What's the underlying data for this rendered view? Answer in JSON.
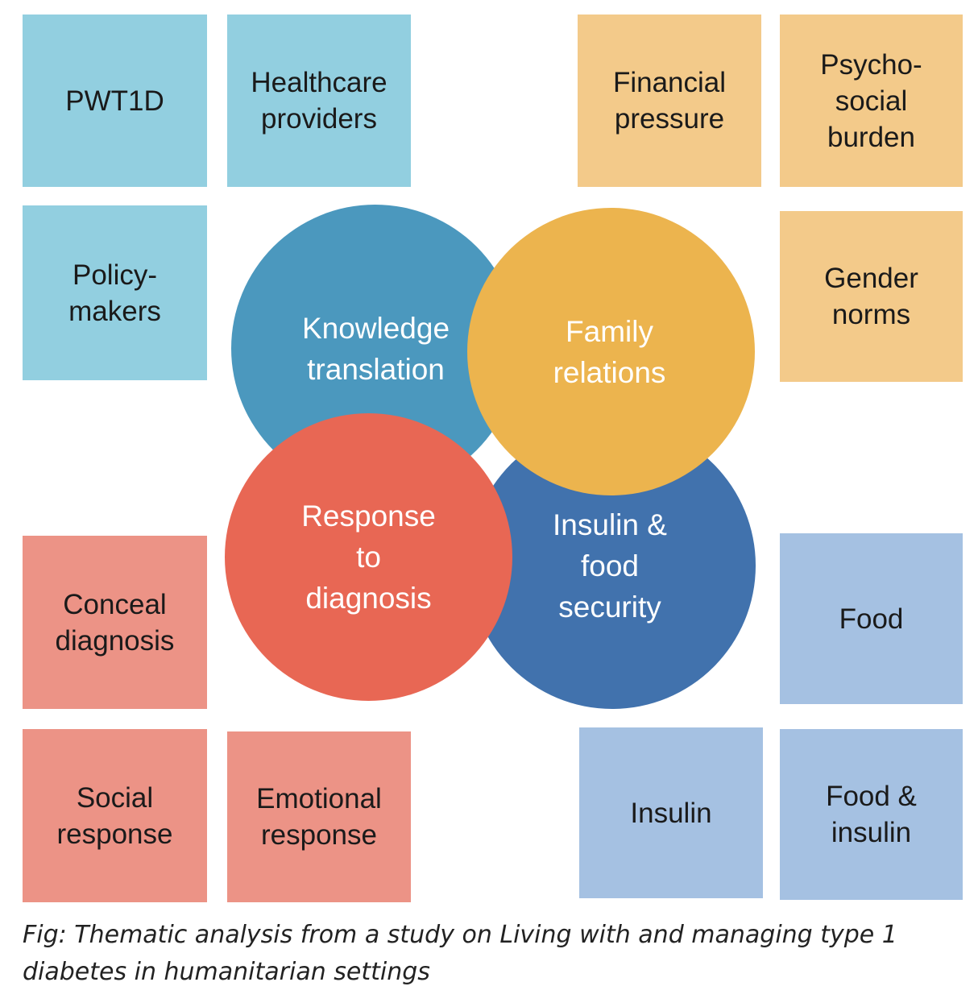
{
  "themes": {
    "knowledge_translation": {
      "label": "Knowledge\ntranslation",
      "color": "#4b98be",
      "subthemes": [
        "PWT1D",
        "Healthcare\nproviders",
        "Policy-\nmakers"
      ],
      "subtheme_color": "#92cfe0"
    },
    "family_relations": {
      "label": "Family\nrelations",
      "color": "#ecb44e",
      "subthemes": [
        "Financial\npressure",
        "Psycho-\nsocial\nburden",
        "Gender\nnorms"
      ],
      "subtheme_color": "#f3ca8a"
    },
    "response_to_diagnosis": {
      "label": "Response\nto\ndiagnosis",
      "color": "#e86754",
      "subthemes": [
        "Conceal\ndiagnosis",
        "Social\nresponse",
        "Emotional\nresponse"
      ],
      "subtheme_color": "#ec9386"
    },
    "insulin_food_security": {
      "label": "Insulin &\nfood\nsecurity",
      "color": "#4172ad",
      "subthemes": [
        "Food",
        "Insulin",
        "Food &\ninsulin"
      ],
      "subtheme_color": "#a5c1e2"
    }
  },
  "caption": "Fig: Thematic analysis from a study on Living with and managing type 1 diabetes in humanitarian settings"
}
